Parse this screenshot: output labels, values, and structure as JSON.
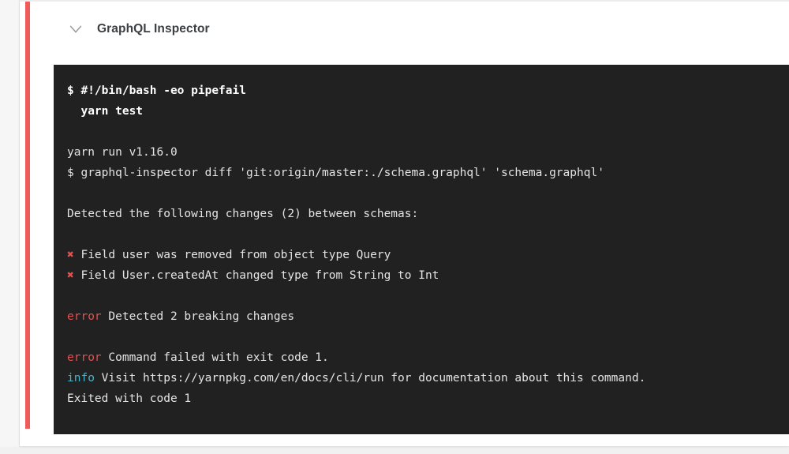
{
  "card": {
    "accent_color": "#ef5b5b",
    "header": {
      "collapse_icon": "chevron-down-icon",
      "title": "GraphQL Inspector"
    }
  },
  "terminal": {
    "background_color": "#212121",
    "error_color": "#e05252",
    "info_color": "#46b5c9",
    "cross_glyph": "✖",
    "lines": [
      {
        "type": "command",
        "text": "$ #!/bin/bash -eo pipefail"
      },
      {
        "type": "command",
        "text": "  yarn test"
      },
      {
        "type": "blank",
        "text": ""
      },
      {
        "type": "output",
        "text": "yarn run v1.16.0"
      },
      {
        "type": "output",
        "text": "$ graphql-inspector diff 'git:origin/master:./schema.graphql' 'schema.graphql'"
      },
      {
        "type": "blank",
        "text": ""
      },
      {
        "type": "output",
        "text": "Detected the following changes (2) between schemas:"
      },
      {
        "type": "blank",
        "text": ""
      },
      {
        "type": "change",
        "marker": "✖",
        "text": " Field user was removed from object type Query"
      },
      {
        "type": "change",
        "marker": "✖",
        "text": " Field User.createdAt changed type from String to Int"
      },
      {
        "type": "blank",
        "text": ""
      },
      {
        "type": "level",
        "level": "error",
        "text": " Detected 2 breaking changes"
      },
      {
        "type": "blank",
        "text": ""
      },
      {
        "type": "level",
        "level": "error",
        "text": " Command failed with exit code 1."
      },
      {
        "type": "level",
        "level": "info",
        "text": " Visit https://yarnpkg.com/en/docs/cli/run for documentation about this command."
      },
      {
        "type": "output",
        "text": "Exited with code 1"
      }
    ]
  }
}
